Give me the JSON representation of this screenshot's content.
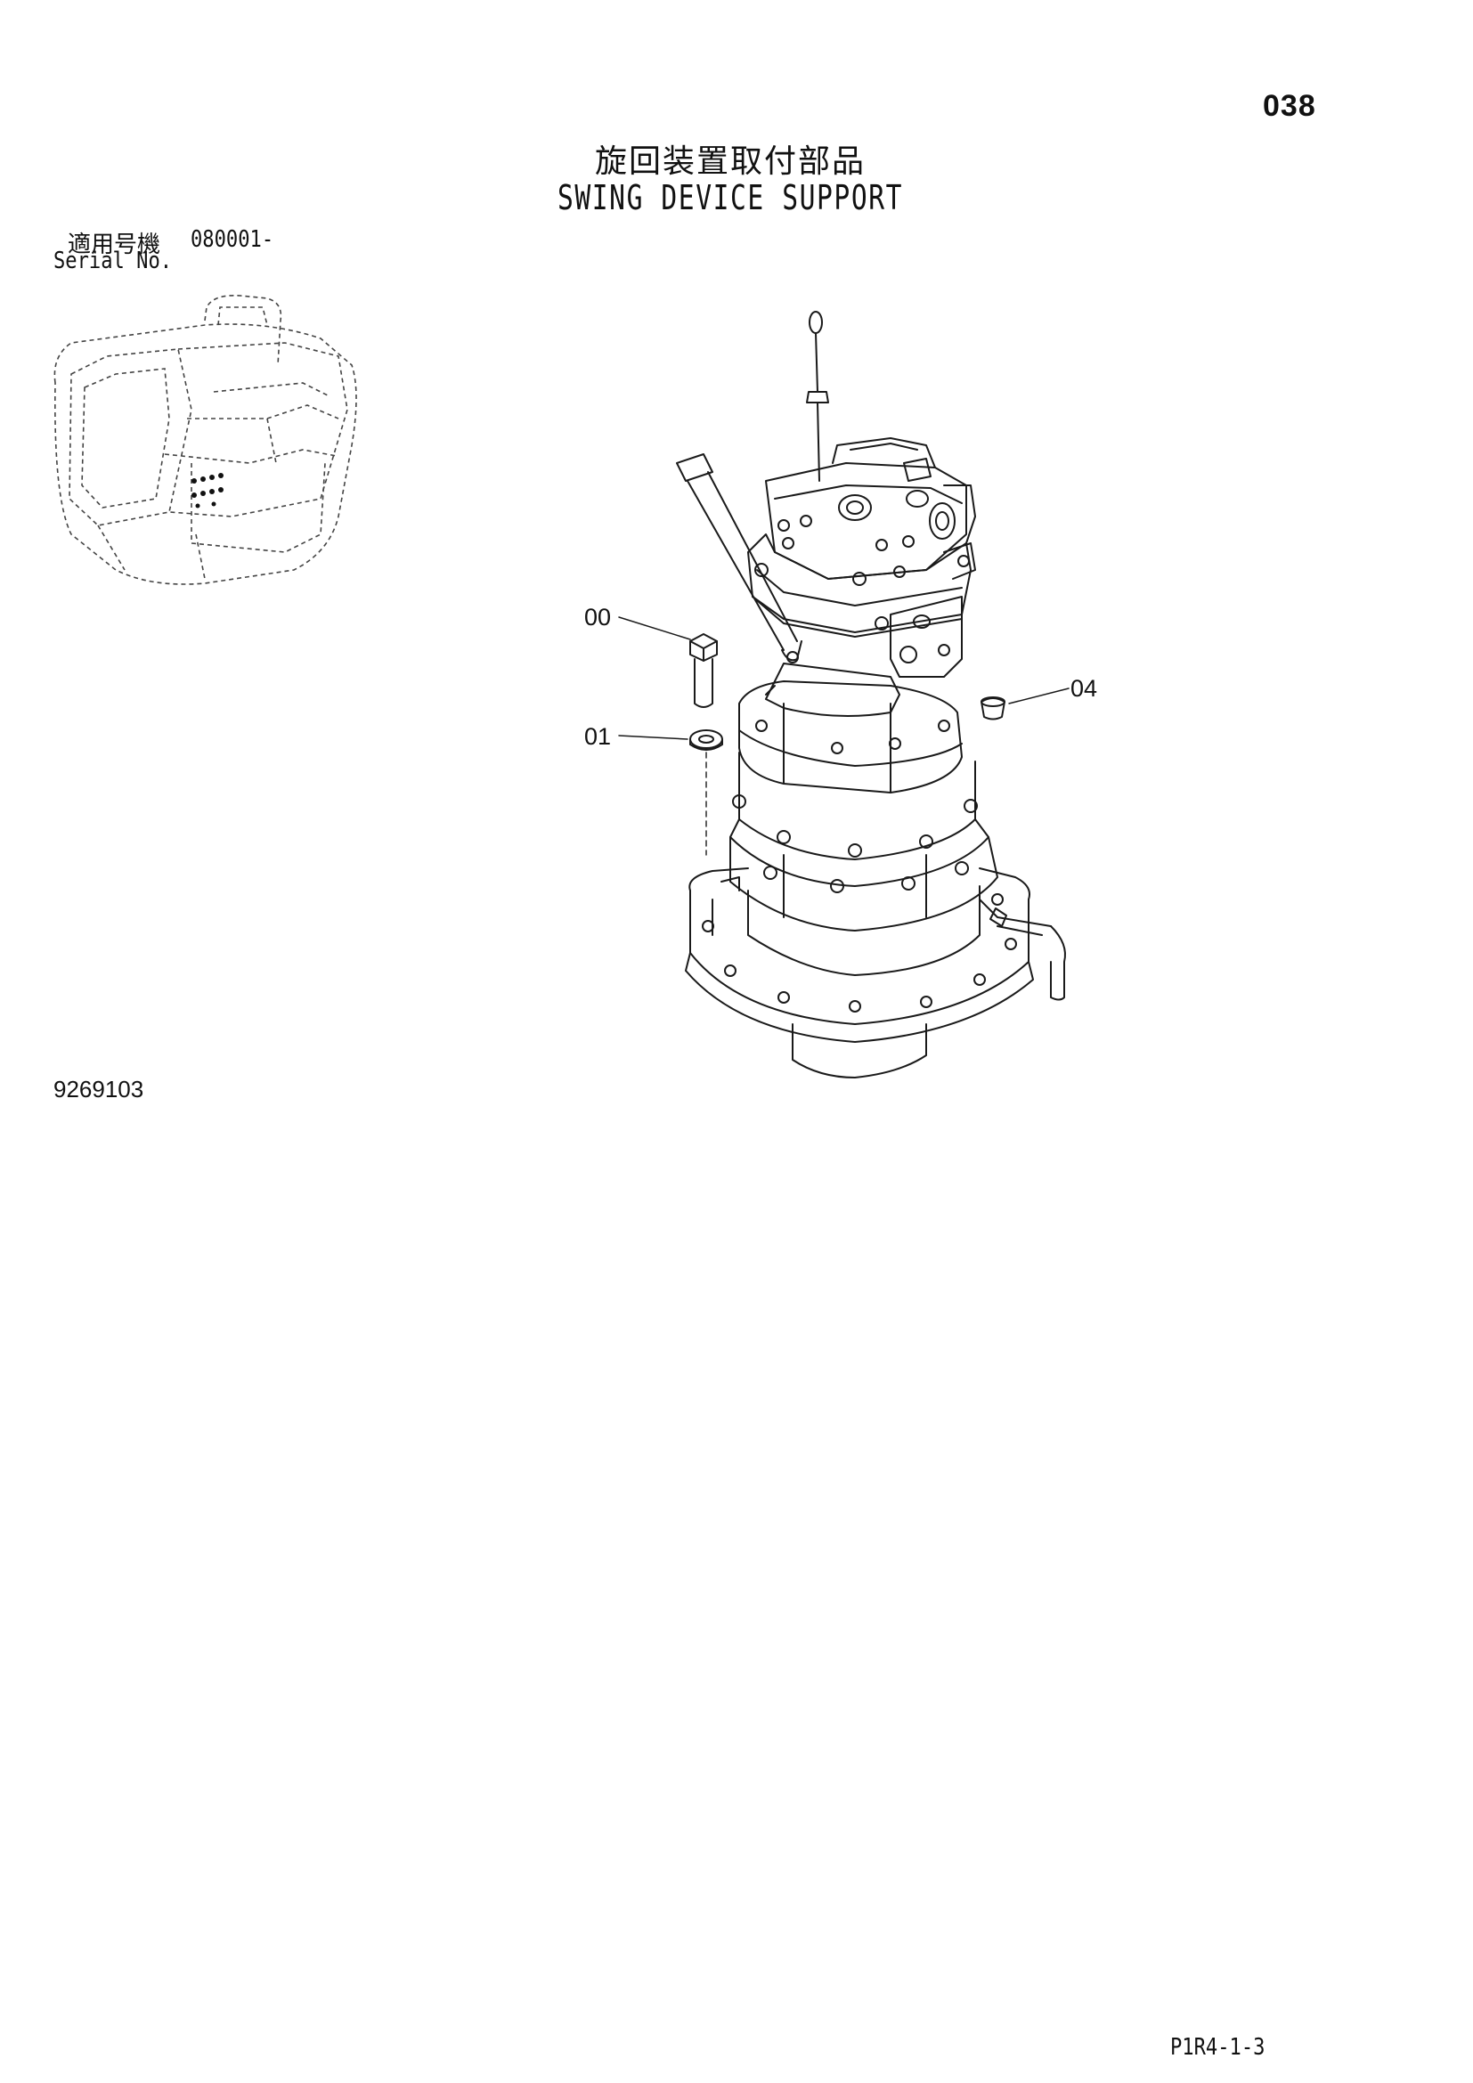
{
  "page_number": "038",
  "title": {
    "japanese": "旋回装置取付部品",
    "english": "SWING DEVICE SUPPORT"
  },
  "serial": {
    "label_japanese": "適用号機",
    "value": "080001-",
    "label_english": "Serial No."
  },
  "callouts": [
    "00",
    "01",
    "04"
  ],
  "drawing_number": "9269103",
  "page_code": "P1R4-1-3"
}
